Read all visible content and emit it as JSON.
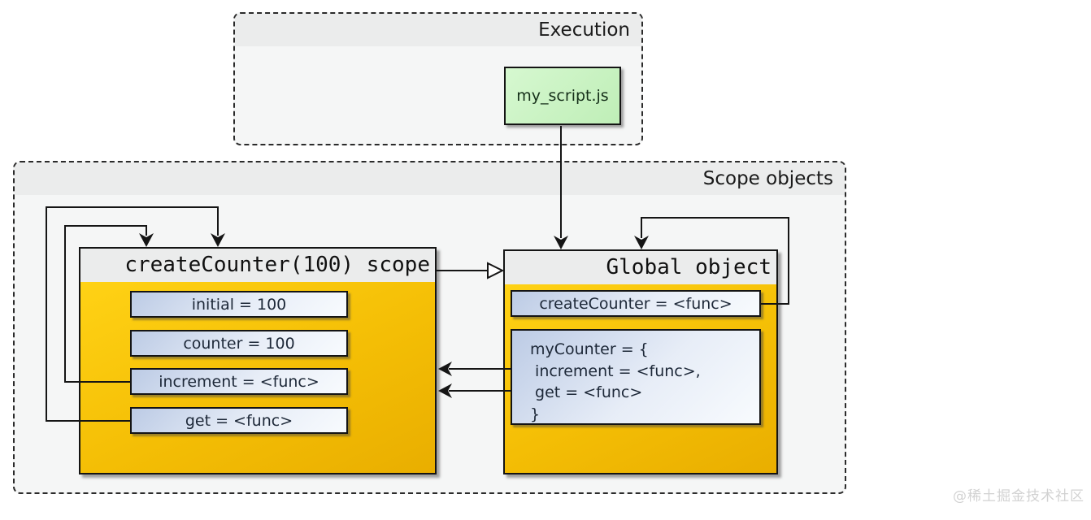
{
  "colors": {
    "gold-top": "#ffd215",
    "gold-mid": "#f4be05",
    "gold-bottom": "#e9ae00",
    "member-top": "#bccbe5",
    "member-bottom": "#f8fbfe",
    "green-top": "#d6f8d0",
    "green-bottom": "#bfeeb7",
    "group-bg": "#f5f6f6",
    "group-header-bg": "#ebecec",
    "watermark": "#d2d2d2"
  },
  "execution": {
    "title": "Execution",
    "script_node": "my_script.js"
  },
  "scope_objects": {
    "title": "Scope objects",
    "create_counter_scope": {
      "title": "createCounter(100) scope",
      "members": [
        "initial = 100",
        "counter = 100",
        "increment = <func>",
        "get = <func>"
      ]
    },
    "global_object": {
      "title": "Global object",
      "members": {
        "create_counter": "createCounter = <func>",
        "my_counter_lines": [
          "myCounter = {",
          " increment = <func>,",
          " get = <func>",
          "}"
        ]
      }
    }
  },
  "edges": [
    {
      "from": "my_script.js",
      "to": "Global object",
      "style": "filled-arrow"
    },
    {
      "from": "increment = <func>",
      "to": "createCounter(100) scope",
      "style": "filled-arrow"
    },
    {
      "from": "get = <func>",
      "to": "createCounter(100) scope",
      "style": "filled-arrow"
    },
    {
      "from": "createCounter = <func>",
      "to": "Global object",
      "style": "filled-arrow"
    },
    {
      "from": "createCounter(100) scope",
      "to": "Global object",
      "style": "hollow-arrow"
    },
    {
      "from": "myCounter.increment",
      "to": "createCounter(100) scope",
      "style": "filled-arrow"
    },
    {
      "from": "myCounter.get",
      "to": "createCounter(100) scope",
      "style": "filled-arrow"
    }
  ],
  "watermark": "@稀土掘金技术社区"
}
